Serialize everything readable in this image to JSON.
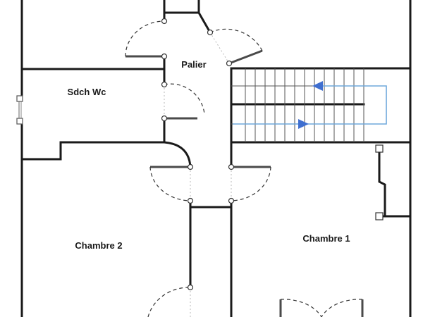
{
  "rooms": {
    "palier": "Palier",
    "sdch_wc": "Sdch Wc",
    "chambre_2": "Chambre 2",
    "chambre_1": "Chambre 1"
  },
  "colors": {
    "wall": "#1a1a1a",
    "stair_arrow": "#3f6fd0",
    "stair_walkline": "#6fa8dc"
  },
  "icons": {
    "stair_arrow": "arrow-left-icon",
    "stair_arrow_2": "arrow-right-icon"
  }
}
